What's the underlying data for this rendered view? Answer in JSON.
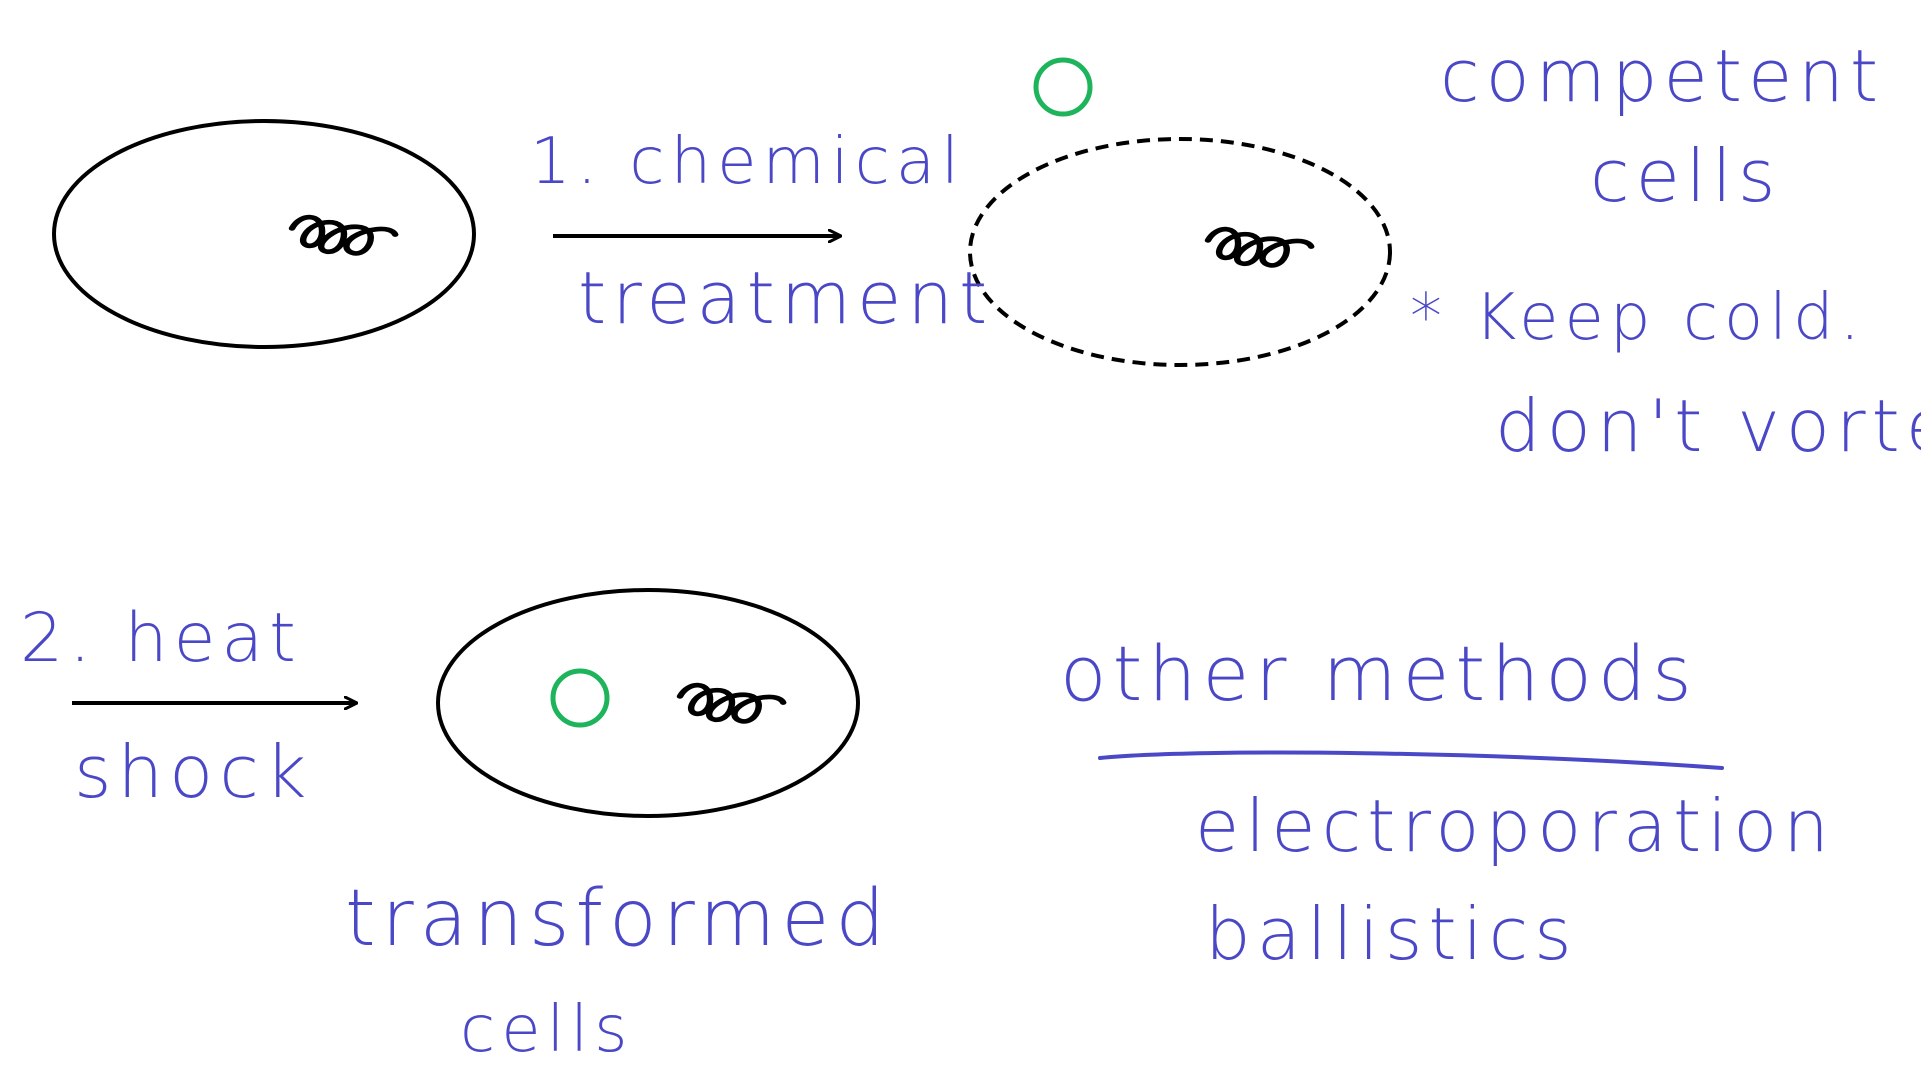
{
  "colors": {
    "ink_black": "#000000",
    "ink_blue": "#4a48c6",
    "plasmid_green": "#1db45c",
    "background": "#ffffff"
  },
  "steps": [
    {
      "label_top": "1. chemical",
      "label_bottom": "treatment"
    },
    {
      "label_top": "2. heat",
      "label_bottom": "shock"
    }
  ],
  "notes": {
    "competent": [
      "competent",
      "cells"
    ],
    "keep_cold": "* Keep cold.",
    "dont_vortex": "don't vortex",
    "transformed": [
      "transformed",
      "cells"
    ]
  },
  "other_methods": {
    "heading": "other methods",
    "items": [
      "electroporation",
      "ballistics"
    ]
  },
  "icons": {
    "cell": "ellipse-outline",
    "permeable_cell": "dashed-ellipse-outline",
    "chromosome": "squiggle-icon",
    "plasmid": "circle-outline"
  }
}
